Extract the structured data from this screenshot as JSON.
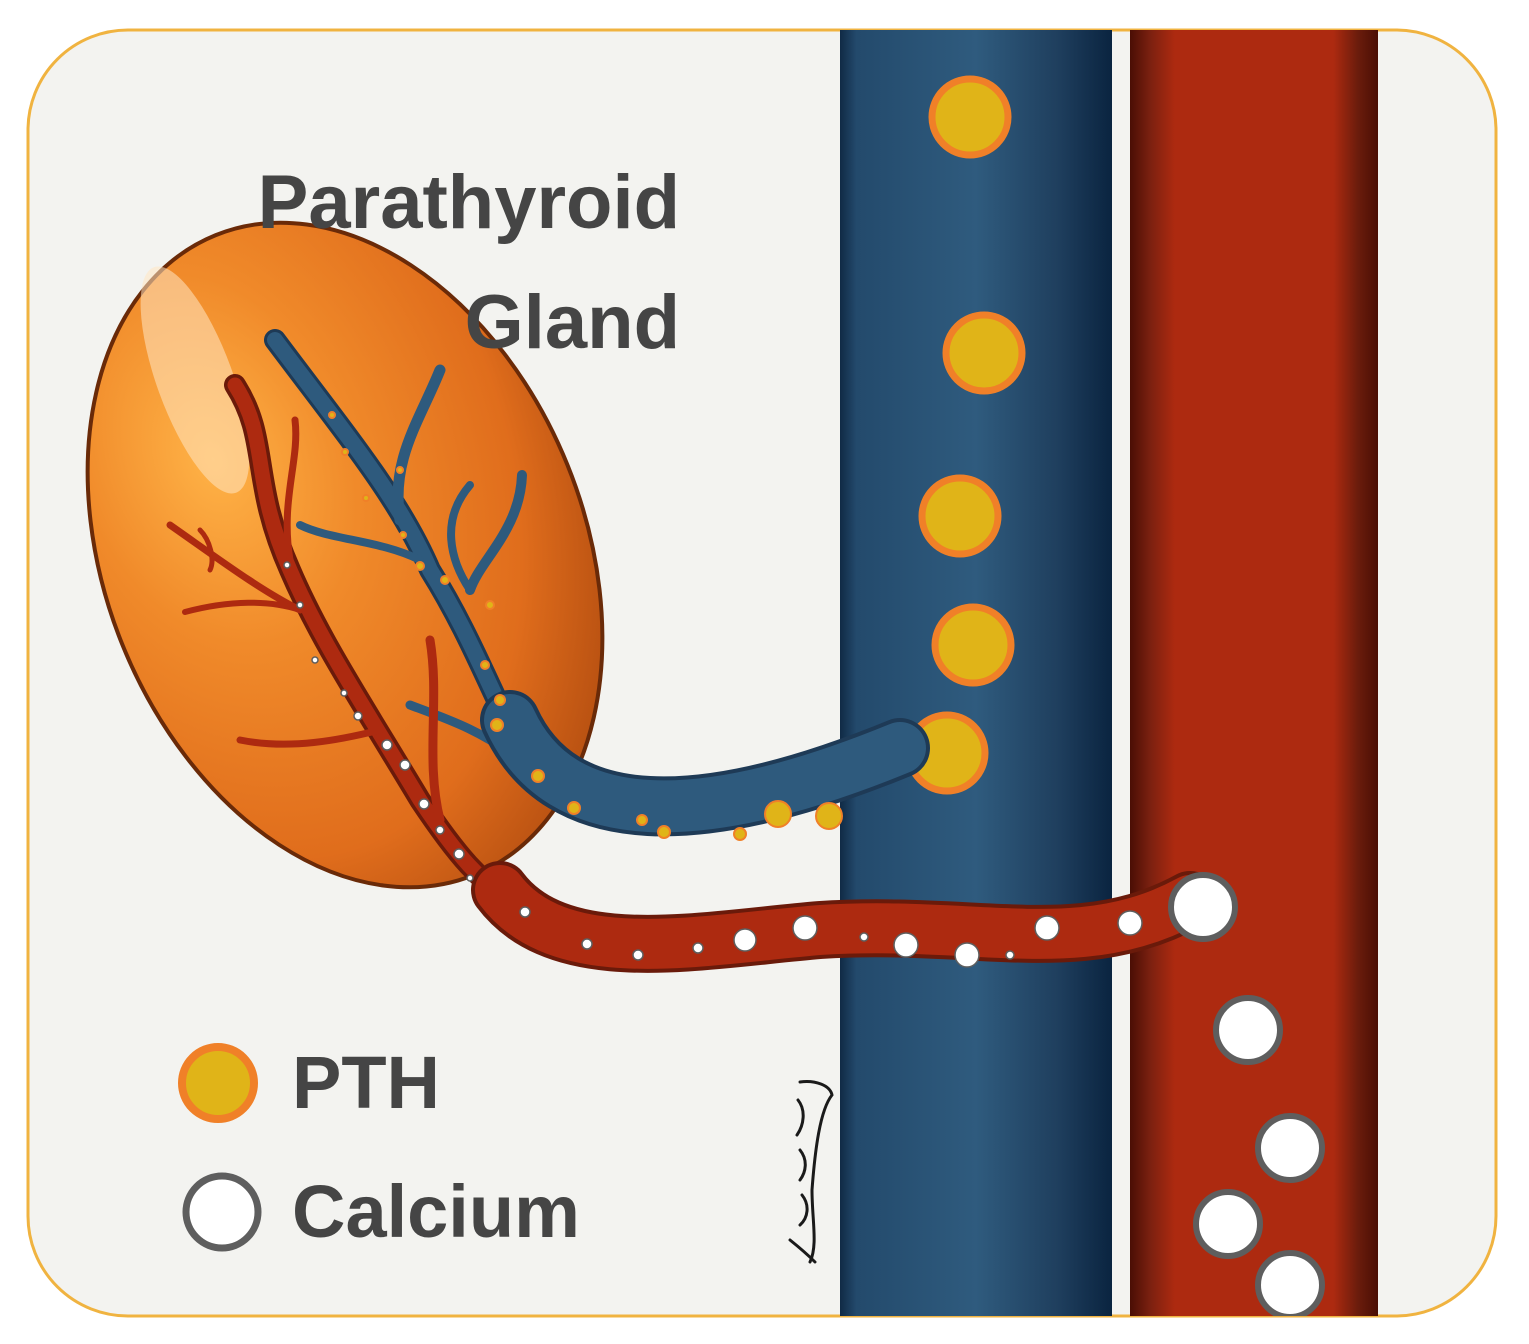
{
  "title": {
    "line1": "Parathyroid",
    "line2": "Gland"
  },
  "legend": {
    "pth_label": "PTH",
    "calcium_label": "Calcium"
  },
  "signature": "Zanin",
  "colors": {
    "background": "#f3f3f0",
    "frame_border": "#f0b340",
    "gland": "#ee7c22",
    "vein": "#2e5a7d",
    "artery": "#ad2a10",
    "pth_fill": "#e0b418",
    "pth_ring": "#f08028",
    "calcium_fill": "#ffffff",
    "calcium_ring": "#5e5e5e",
    "text": "#454545"
  }
}
